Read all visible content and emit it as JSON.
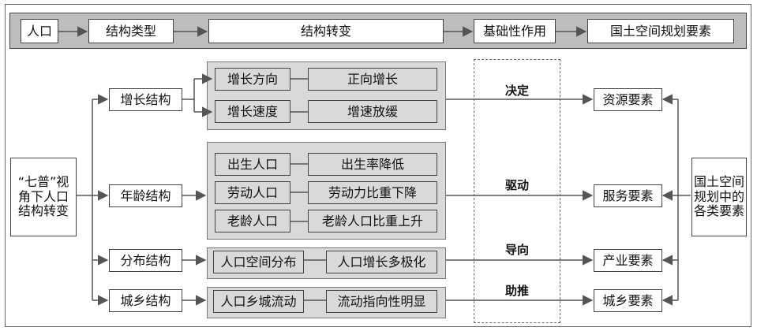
{
  "top_flow": [
    "人口",
    "结构类型",
    "结构转变",
    "基础性作用",
    "国土空间规划要素"
  ],
  "left_box": "“七普”视角下人口结构转变",
  "right_box": "国土空间规划中的各类要素",
  "structures": [
    "增长结构",
    "年龄结构",
    "分布结构",
    "城乡结构"
  ],
  "growth_rows": [
    {
      "left": "增长方向",
      "right": "正向增长"
    },
    {
      "left": "增长速度",
      "right": "增速放缓"
    }
  ],
  "age_rows": [
    {
      "left": "出生人口",
      "right": "出生率降低"
    },
    {
      "left": "劳动人口",
      "right": "劳动力比重下降"
    },
    {
      "left": "老龄人口",
      "right": "老龄人口比重上升"
    }
  ],
  "distribution_row": {
    "left": "人口空间分布",
    "right": "人口增长多极化"
  },
  "urban_rural_row": {
    "left": "人口乡城流动",
    "right": "流动指向性明显"
  },
  "roles": [
    "决定",
    "驱动",
    "导向",
    "助推"
  ],
  "elements": [
    "资源要素",
    "服务要素",
    "产业要素",
    "城乡要素"
  ]
}
